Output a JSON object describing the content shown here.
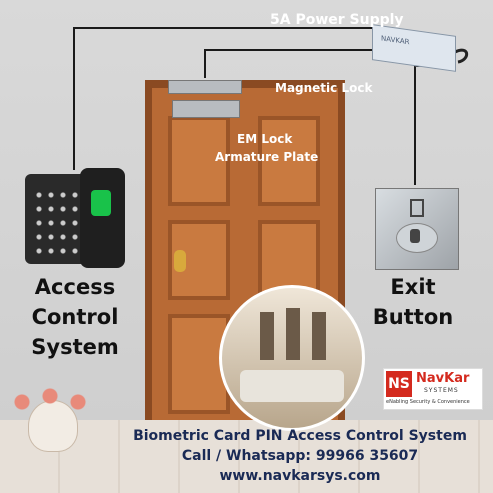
{
  "labels": {
    "power_supply": "5A Power Supply",
    "magnetic_lock": "Magnetic Lock",
    "em_lock_line1": "EM Lock",
    "em_lock_line2": "Armature Plate",
    "access_line1": "Access",
    "access_line2": "Control",
    "access_line3": "System",
    "exit_line1": "Exit",
    "exit_line2": "Button"
  },
  "device_text": {
    "power_brand": "NAVKAR"
  },
  "brand": {
    "logo_letters": "NS",
    "name": "NavKar",
    "sub": "SYSTEMS",
    "tagline": "eNabling Security & Convenience"
  },
  "footer": {
    "title": "Biometric Card PIN Access Control System",
    "phone": "Call / Whatsapp: 99966 35607",
    "website": "www.navkarsys.com"
  },
  "colors": {
    "door": "#b86a35",
    "door_panel": "#c97a40",
    "lock_steel": "#b8bcc0",
    "wire": "#1a1a1a",
    "brand_red": "#d42a1e",
    "footer_text": "#1a2a55"
  }
}
